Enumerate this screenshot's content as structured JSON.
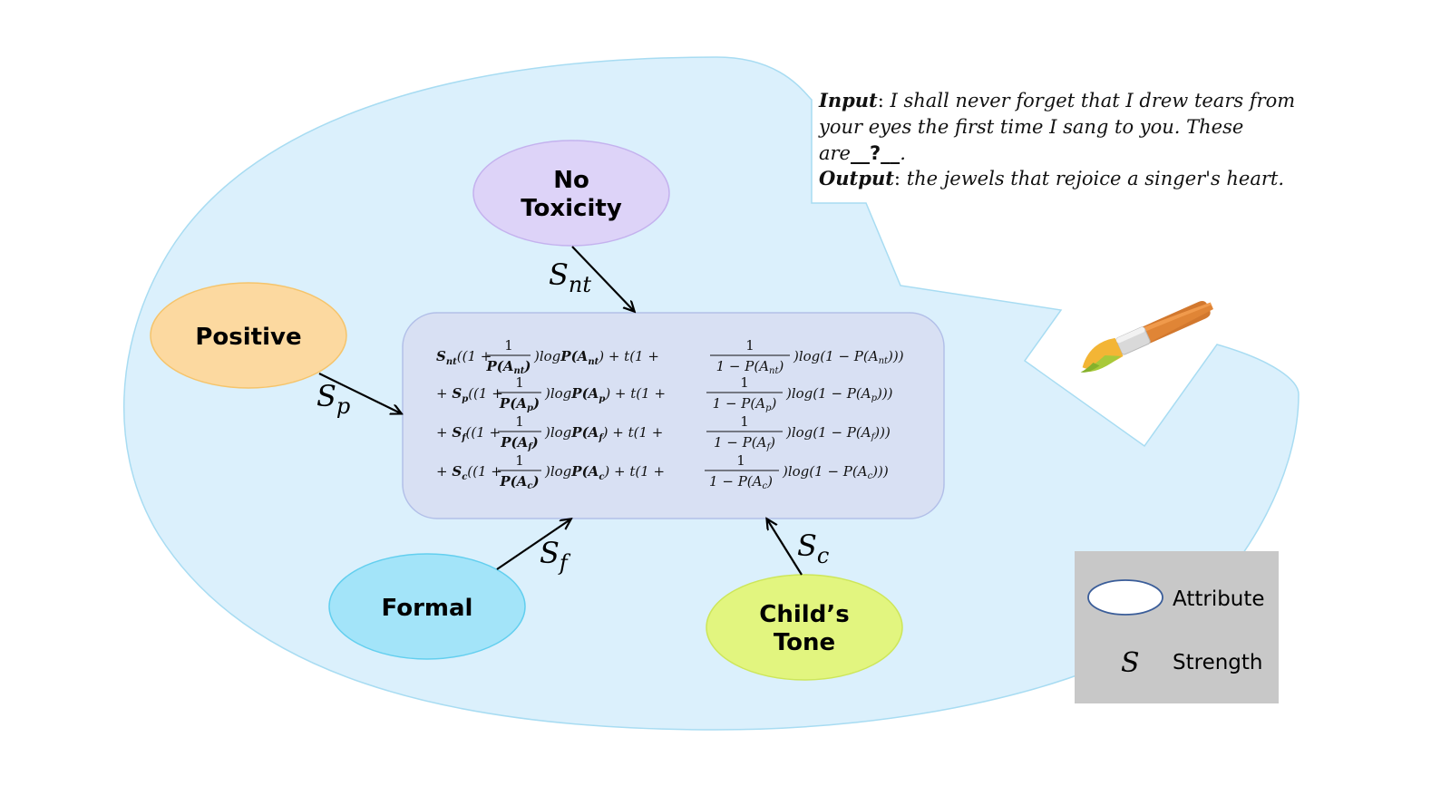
{
  "colors": {
    "palette_fill": "#dbf0fc",
    "palette_stroke": "#a8dcf2",
    "center_fill": "#d8e0f3",
    "center_stroke": "#b2bfe8",
    "no_toxicity": "#ddd3f8",
    "positive": "#fcd9a0",
    "formal": "#a3e4f9",
    "childs_tone": "#e2f57f",
    "legend_bg": "#c8c8c8"
  },
  "nodes": {
    "no_toxicity": {
      "line1": "No",
      "line2": "Toxicity"
    },
    "positive": {
      "label": "Positive"
    },
    "formal": {
      "label": "Formal"
    },
    "childs_tone": {
      "line1": "Child’s",
      "line2": "Tone"
    }
  },
  "strengths": {
    "nt": {
      "base": "S",
      "sub": "nt"
    },
    "p": {
      "base": "S",
      "sub": "p"
    },
    "f": {
      "base": "S",
      "sub": "f"
    },
    "c": {
      "base": "S",
      "sub": "c"
    }
  },
  "equation": {
    "rows": [
      {
        "prefix": "",
        "S": "S",
        "sub": "nt",
        "A": "A",
        "asub": "nt"
      },
      {
        "prefix": "+ ",
        "S": "S",
        "sub": "p",
        "A": "A",
        "asub": "p"
      },
      {
        "prefix": "+ ",
        "S": "S",
        "sub": "f",
        "A": "A",
        "asub": "f"
      },
      {
        "prefix": "+ ",
        "S": "S",
        "sub": "c",
        "A": "A",
        "asub": "c"
      }
    ]
  },
  "example": {
    "input_label": "Input",
    "input_line1": "I shall never forget that I drew tears from",
    "input_line2": "your eyes the first time I sang to you. These",
    "input_line3_start": "are",
    "blank": "__?__",
    "input_line3_end": ".",
    "output_label": "Output",
    "output_text": "the jewels that rejoice a singer's heart."
  },
  "legend": {
    "attribute": "Attribute",
    "strength_symbol": "S",
    "strength": "Strength"
  },
  "icons": {
    "brush": "paintbrush-icon"
  }
}
